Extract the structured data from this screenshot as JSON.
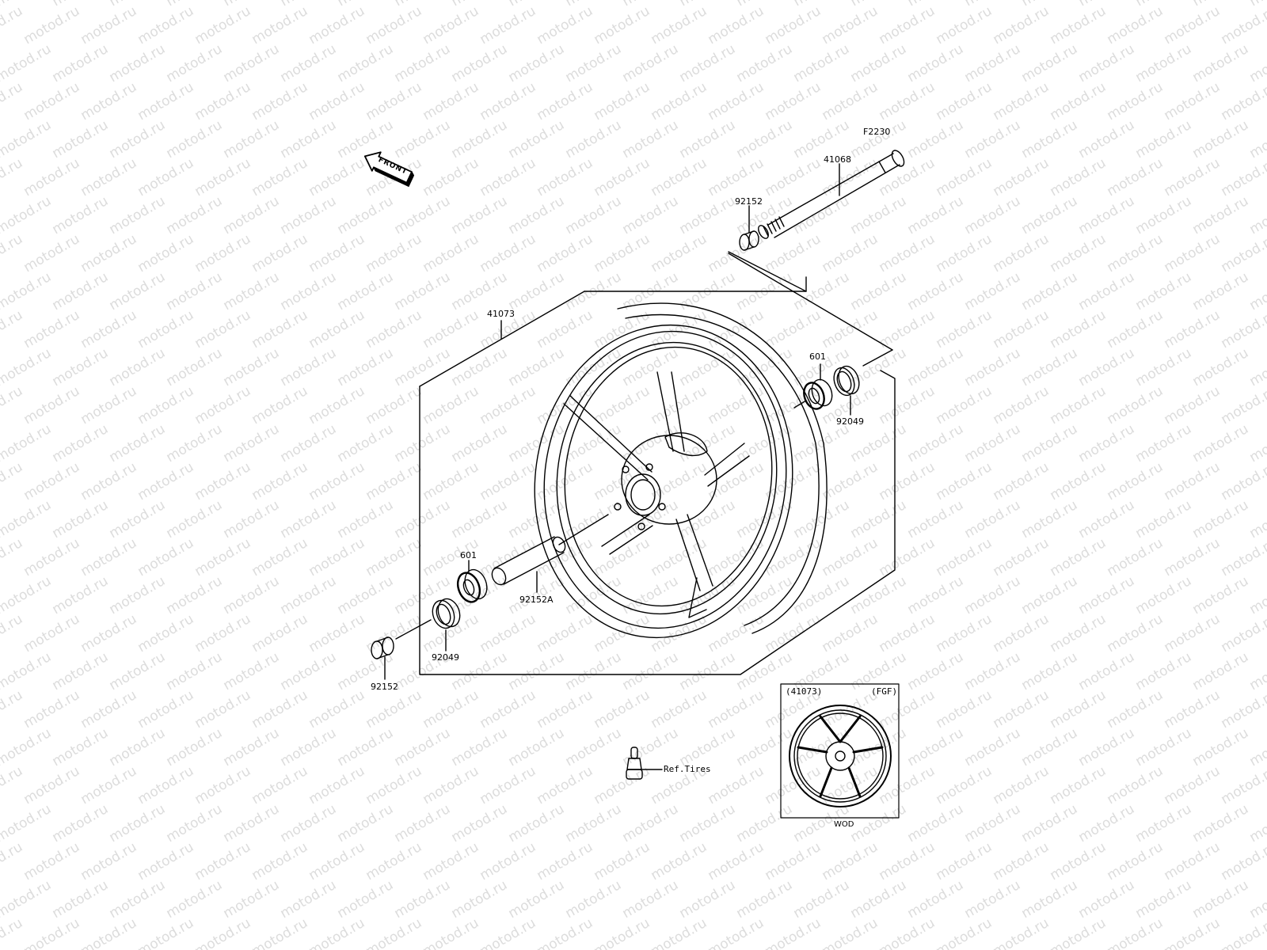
{
  "watermark": {
    "text": "motod.ru",
    "color": "#dcdcdc"
  },
  "diagram": {
    "direction_marker": "FRONT",
    "assembly_label": "41073",
    "parts": [
      {
        "id": "axle-code",
        "label": "F2230"
      },
      {
        "id": "axle",
        "label": "41068"
      },
      {
        "id": "collar-right",
        "label": "92152"
      },
      {
        "id": "bearing-right",
        "label": "601"
      },
      {
        "id": "seal-right",
        "label": "92049"
      },
      {
        "id": "wheel",
        "label": "41073"
      },
      {
        "id": "bearing-left",
        "label": "601"
      },
      {
        "id": "spacer",
        "label": "92152A"
      },
      {
        "id": "seal-left",
        "label": "92049"
      },
      {
        "id": "collar-left",
        "label": "92152"
      }
    ],
    "valve": {
      "label": "Ref.Tires"
    },
    "inset": {
      "part": "(41073)",
      "code": "(FGF)",
      "color": "WOD"
    }
  }
}
